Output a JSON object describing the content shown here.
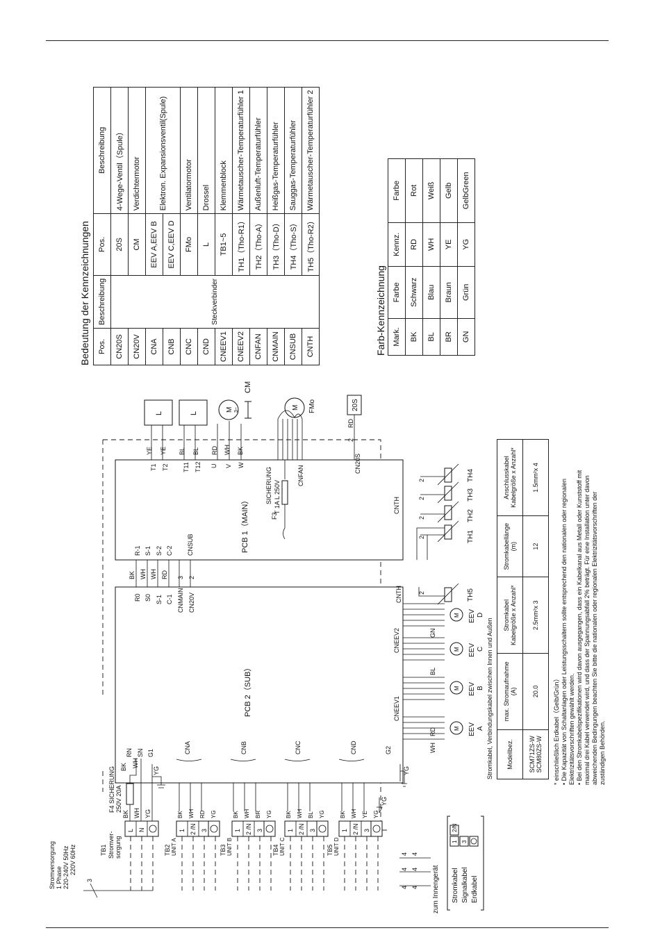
{
  "legend_title": "Bedeutung der Kennzeichnungen",
  "legend_headers": [
    "Pos.",
    "Beschreibung",
    "Pos.",
    "Beschreibung"
  ],
  "legend_rows": [
    [
      "CN20S",
      "",
      "20S",
      "4-Wege-Ventil（Spule）"
    ],
    [
      "CN20V",
      "",
      "CM",
      "Verdichtermotor"
    ],
    [
      "CNA",
      "",
      "EEV A,EEV B",
      "Elektron. Expansionsventil(Spule)"
    ],
    [
      "CNB",
      "",
      "EEV C,EEV D",
      ""
    ],
    [
      "CNC",
      "",
      "FMo",
      "Ventilatormotor"
    ],
    [
      "CND",
      "",
      "L",
      "Drossel"
    ],
    [
      "CNEEV1",
      "Steckverbinder",
      "TB1~5",
      "Klemmenblock"
    ],
    [
      "CNEEV2",
      "",
      "TH1（Tho-R1）",
      "Wärmetauscher-Temperaturfühler 1"
    ],
    [
      "CNFAN",
      "",
      "TH2（Tho-A）",
      "Außenluft-Temperaturfühler"
    ],
    [
      "CNMAIN",
      "",
      "TH3（Tho-D）",
      "Heißgas-Temperaturfühler"
    ],
    [
      "CNSUB",
      "",
      "TH4（Tho-S）",
      "Sauggas-Temperaturfühler"
    ],
    [
      "CNTH",
      "",
      "TH5（Tho-R2）",
      "Wärmetauscher-Temperaturfühler 2"
    ]
  ],
  "color_title": "Farb-Kennzeichnung",
  "color_headers": [
    "Mark.",
    "Farbe",
    "Kennz.",
    "Farbe"
  ],
  "color_rows": [
    [
      "BK",
      "Schwarz",
      "RD",
      "Rot"
    ],
    [
      "BL",
      "Blau",
      "WH",
      "Weiß"
    ],
    [
      "BR",
      "Braun",
      "YE",
      "Gelb"
    ],
    [
      "GN",
      "Grün",
      "YG",
      "GelbGreen"
    ]
  ],
  "cable_title": "Stromkabel, Verbindungskabel zwischen Innen und Außen",
  "cable_headers": [
    "Modellbez.",
    "max. Stromaufnahme",
    "(A)",
    "Stromkabel",
    "Kabelgröße x Anzahl*",
    "Stromkabellänge",
    "(m)",
    "Anschlusskabel",
    "Kabelgröße x Anzahl*"
  ],
  "cable_row": [
    "SCM71ZS-W",
    "SCM80ZS-W",
    "20.0",
    "2.5mm²x 3",
    "12",
    "1.5mm²x 4"
  ],
  "notes": [
    "*  einschließlich  Erdkabel（Gelb/Grün）",
    "•  Die Kapazität von Schaltanlagen oder Leistungsschaltern sollte entsprechend den nationalen oder regionalen",
    "    Elektrizitätsvorschriften gewählt werden.",
    "•  Bei den Stromkabelspezifikationen wird davon ausgegangen, dass ein Kabelkanal aus Metall oder Kunststoff mit",
    "    maximal drei Kabel verwendet wird, und dass der Spannungsabfall 2% beträgt. Für eine Installation unter davon",
    "    abweichenden Bedingungen beachten Sie bitte die nationalen oder regionalen Elektrizitätsvorschriften der",
    "    zuständigen Behörden."
  ],
  "supply": [
    "Stromversorgung",
    "1 Phase",
    "220-240V  50Hz",
    "220V  60Hz"
  ],
  "boards": {
    "pcb1": "PCB 1（MAIN）",
    "pcb2": "PCB 2（SUB）"
  },
  "fuses": {
    "f4_a": "F4 SICHERUNG",
    "f4_b": "250V 20A",
    "f3": "F3",
    "f3_b": "SICHERUNG",
    "f3_c": "T 1A L 250V"
  },
  "cable_legend": [
    "zum Innengerät",
    "Stromkabel",
    "Signalkabel",
    "Erdkabel"
  ],
  "units": [
    "TB1",
    "TB2",
    "UNIT A",
    "TB3",
    "UNIT B",
    "TB4",
    "UNIT C",
    "TB5",
    "UNIT D"
  ],
  "components": {
    "cm": "CM",
    "fmo": "FMo",
    "s20": "20S",
    "l": "L"
  }
}
